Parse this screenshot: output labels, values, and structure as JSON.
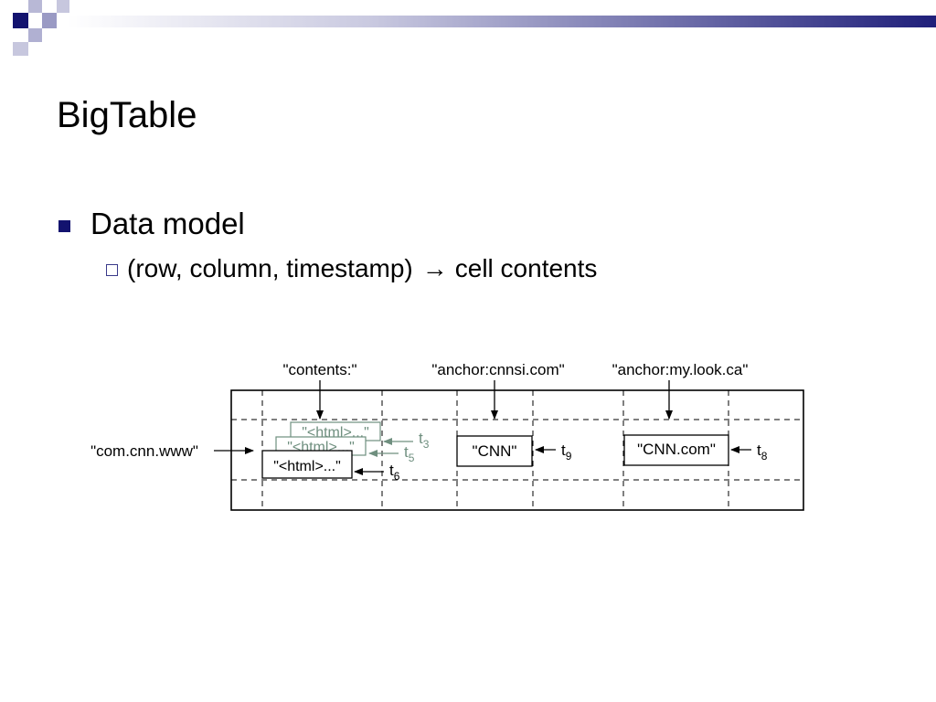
{
  "slide": {
    "title": "BigTable",
    "bullets": [
      {
        "text": "Data model",
        "sub": [
          {
            "before": "(row, column, timestamp)",
            "arrow": "→",
            "after": "cell contents"
          }
        ]
      }
    ]
  },
  "diagram": {
    "columns": [
      "\"contents:\"",
      "\"anchor:cnnsi.com\"",
      "\"anchor:my.look.ca\""
    ],
    "row_key": "\"com.cnn.www\"",
    "contents_versions": [
      {
        "value": "\"<html>...\"",
        "timestamp": "t",
        "subscript": "3",
        "faded": true
      },
      {
        "value": "\"<html>...\"",
        "timestamp": "t",
        "subscript": "5",
        "faded": true
      },
      {
        "value": "\"<html>...\"",
        "timestamp": "t",
        "subscript": "6",
        "faded": false
      }
    ],
    "cnnsi_cell": {
      "value": "\"CNN\"",
      "timestamp": "t",
      "subscript": "9"
    },
    "mylook_cell": {
      "value": "\"CNN.com\"",
      "timestamp": "t",
      "subscript": "8"
    }
  },
  "colors": {
    "accent": "#13136f",
    "faded_version": "#6f8f7f"
  }
}
